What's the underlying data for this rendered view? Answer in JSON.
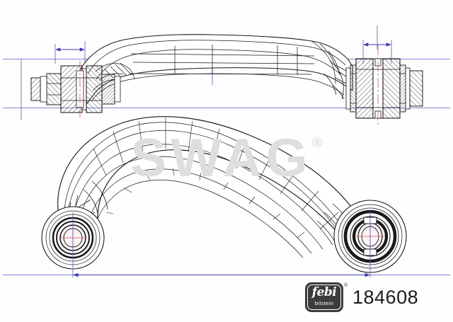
{
  "drawing": {
    "title": "Technical line drawing of automotive control arm / track control link",
    "background_color": "#fefefe",
    "line_color": "#1a1a1a",
    "dimension_color": "#3a3ab4",
    "centerline_color": "#cc5566",
    "hatch_color": "#222222",
    "views": [
      {
        "name": "side-elevation-view",
        "description": "Upper view: side elevation with sectioned rubber bushings at both ends"
      },
      {
        "name": "plan-view",
        "description": "Lower view: plan view of curved arm with two bushing eyes"
      }
    ]
  },
  "watermark": {
    "text": "SWAG",
    "registered_mark": "®",
    "color": "#dededf"
  },
  "brand": {
    "logo_name": "febi",
    "logo_subtitle": "bilstein",
    "registered_mark": "®",
    "logo_background": "#3c3c3c",
    "part_number": "184608",
    "part_number_color": "#1b1b1b"
  }
}
